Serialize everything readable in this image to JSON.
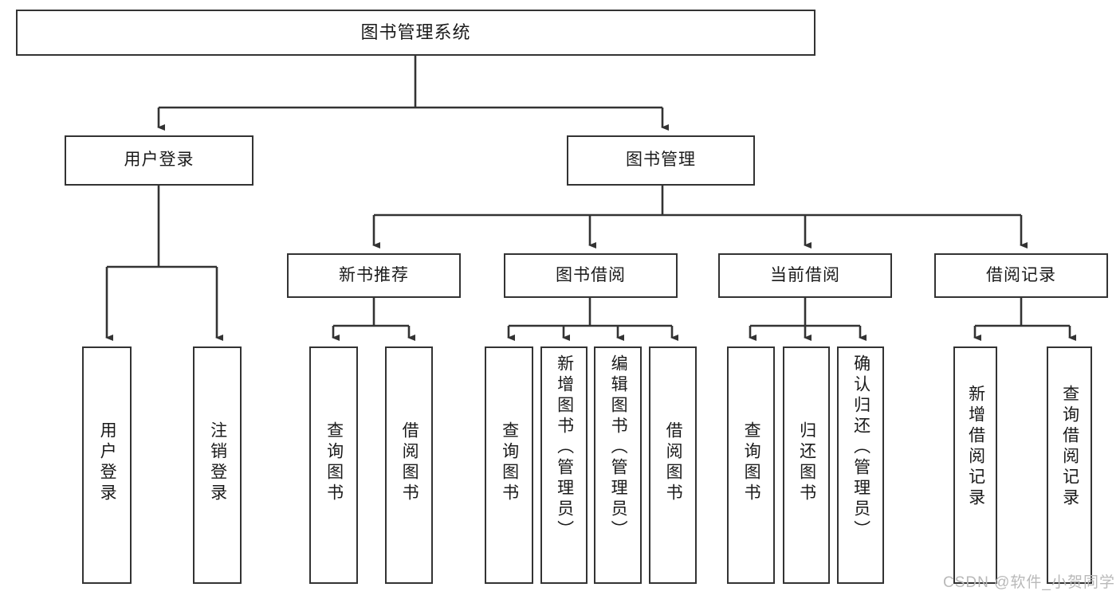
{
  "diagram": {
    "title_label": "图书管理系统",
    "root": {
      "label": "图书管理系统"
    },
    "level2": [
      {
        "label": "用户登录"
      },
      {
        "label": "图书管理"
      }
    ],
    "level3": [
      {
        "label": "新书推荐"
      },
      {
        "label": "图书借阅"
      },
      {
        "label": "当前借阅"
      },
      {
        "label": "借阅记录"
      }
    ],
    "leaves": [
      {
        "label": "用户登录"
      },
      {
        "label": "注销登录"
      },
      {
        "label": "查询图书"
      },
      {
        "label": "借阅图书"
      },
      {
        "label": "查询图书"
      },
      {
        "label": "新增图书（管理员）"
      },
      {
        "label": "编辑图书（管理员）"
      },
      {
        "label": "借阅图书"
      },
      {
        "label": "查询图书"
      },
      {
        "label": "归还图书"
      },
      {
        "label": "确认归还（管理员）"
      },
      {
        "label": "新增借阅记录"
      },
      {
        "label": "查询借阅记录"
      }
    ]
  },
  "watermark": {
    "text": "CSDN @软件_小贺同学"
  },
  "colors": {
    "stroke": "#333333",
    "background": "#ffffff",
    "text": "#1a1a1a",
    "watermark": "#b9b9b9"
  }
}
